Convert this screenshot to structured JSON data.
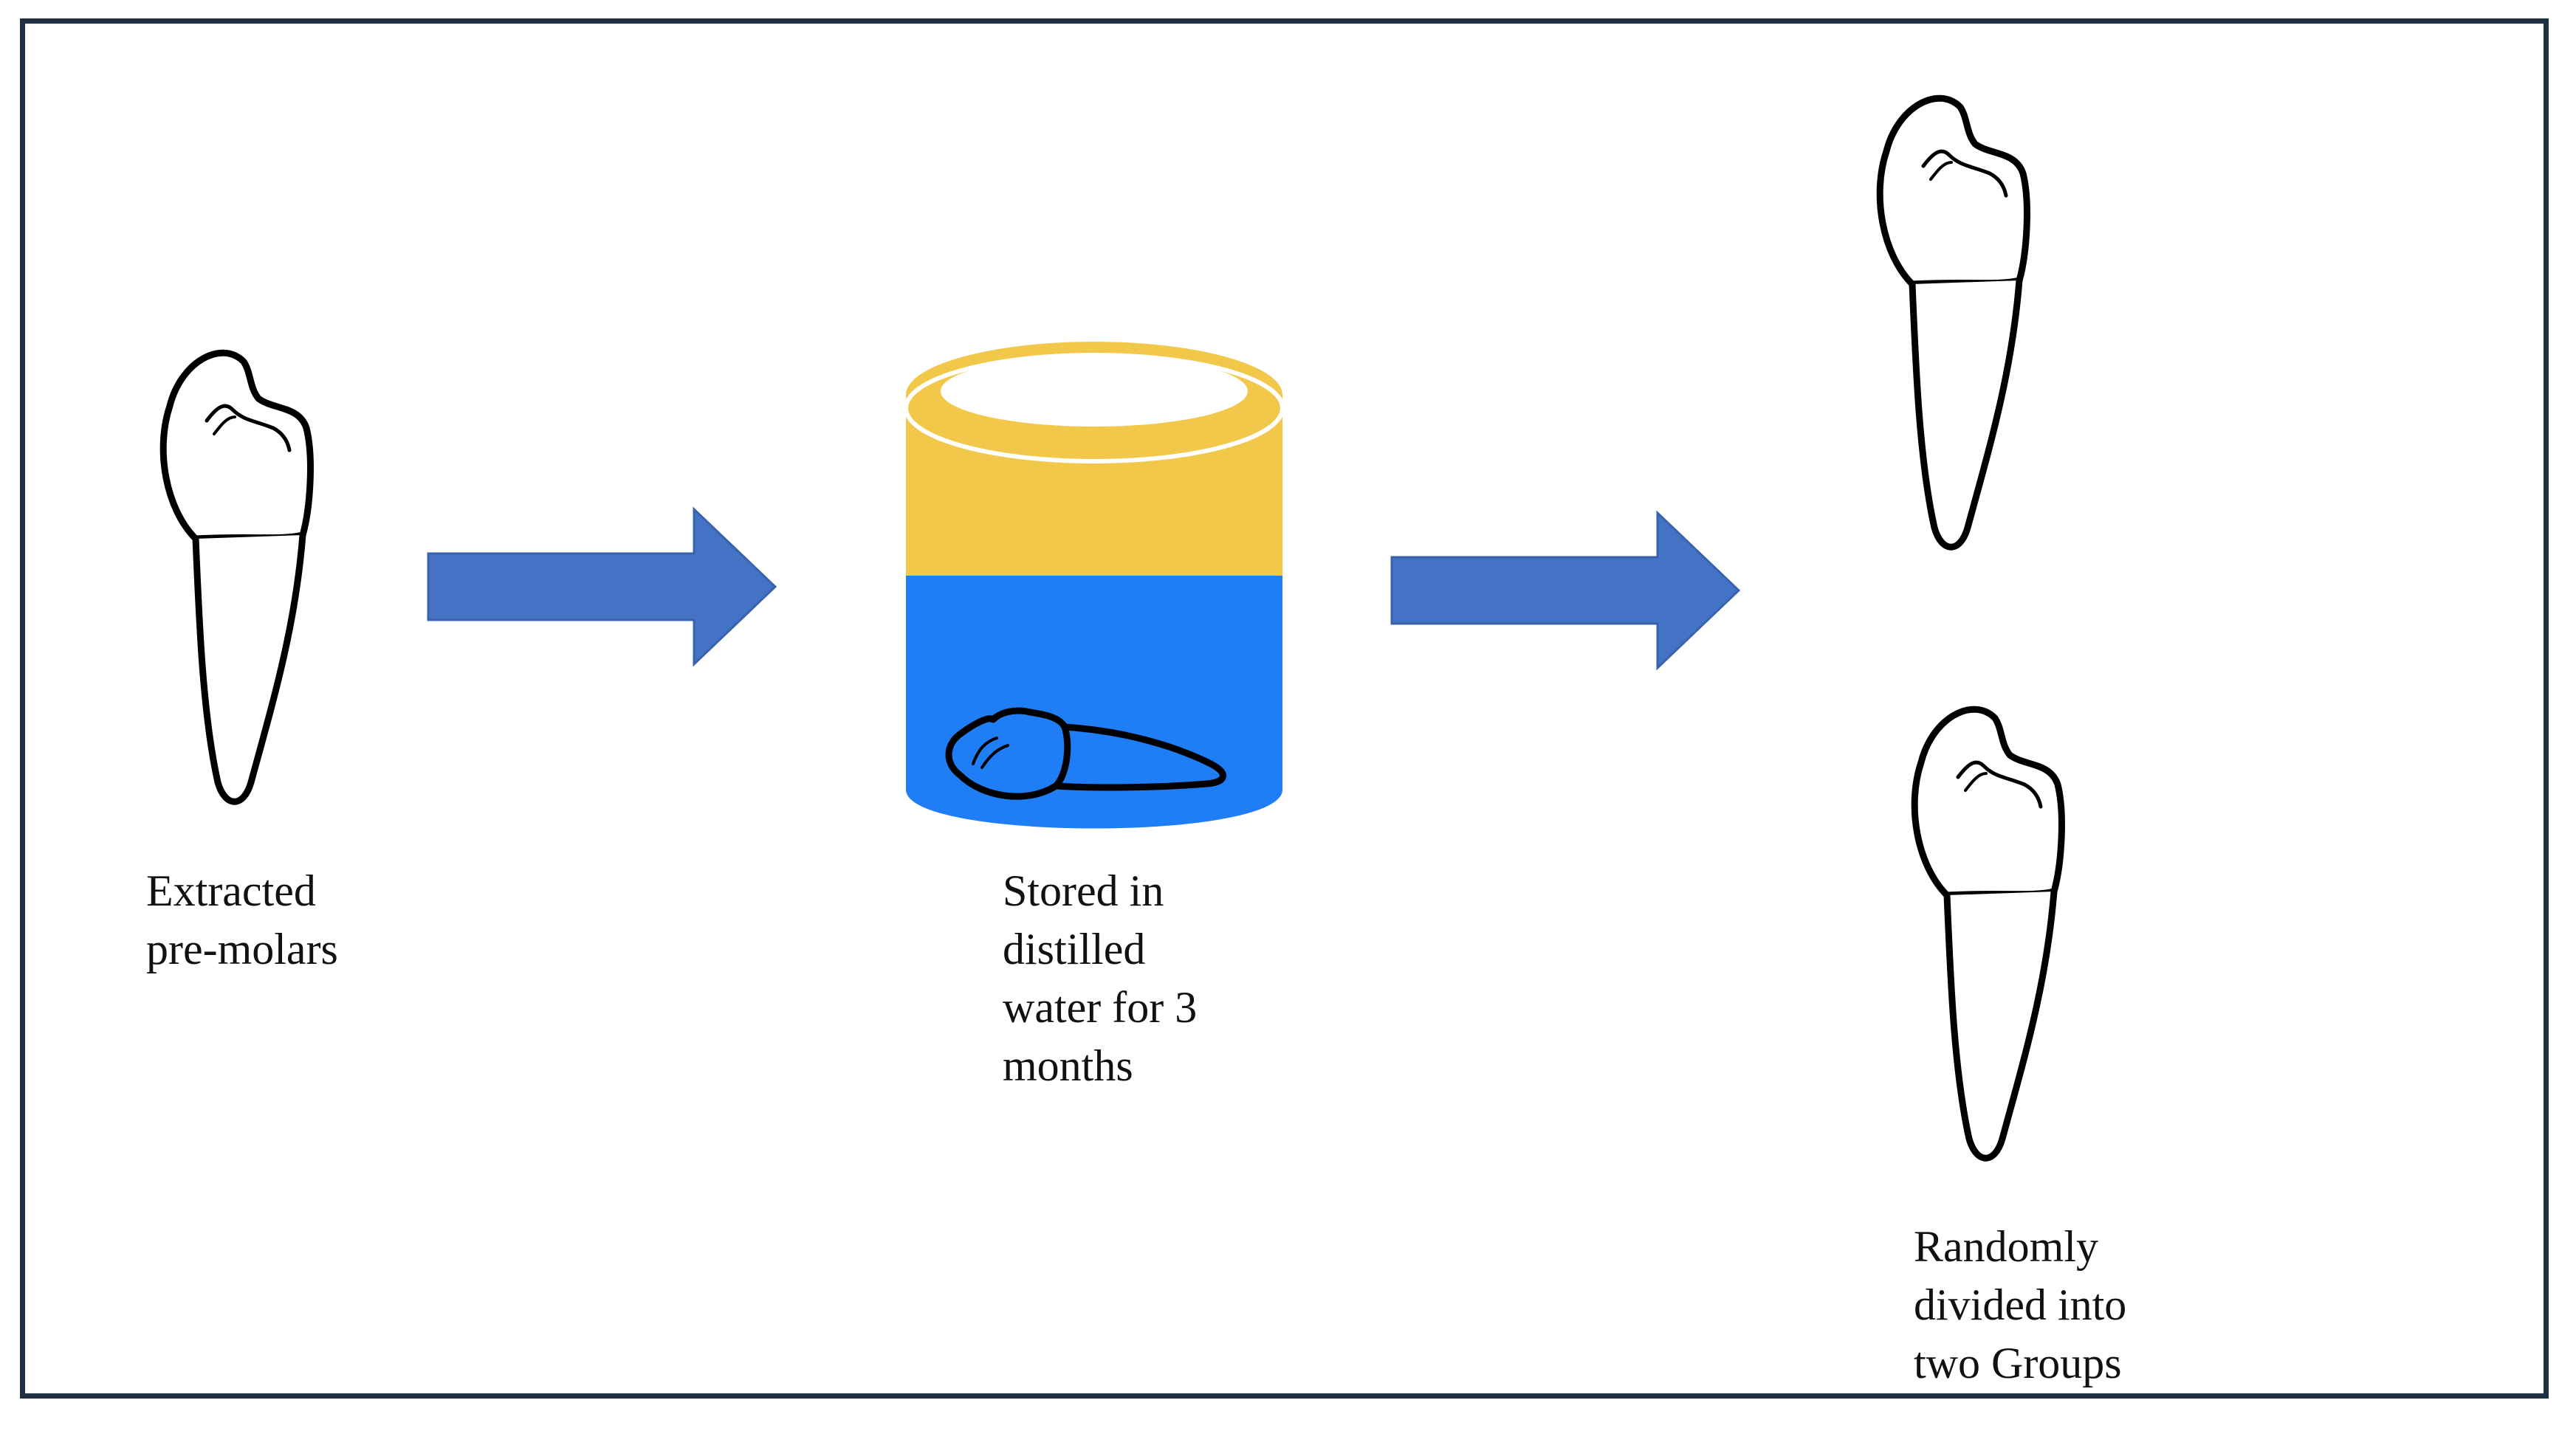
{
  "steps": [
    {
      "label_lines": [
        "Extracted",
        "pre-molars"
      ]
    },
    {
      "label_lines": [
        "Stored in",
        "distilled",
        "water for 3",
        "months"
      ]
    },
    {
      "label_lines": [
        "Randomly",
        "divided into",
        "two Groups"
      ]
    }
  ],
  "colors": {
    "arrow": "#4472c4",
    "jar_lid": "#f2c84b",
    "jar_water": "#1f7df5",
    "frame": "#1f2f44",
    "outline": "#000000"
  },
  "icons": [
    "tooth-icon",
    "arrow-icon",
    "water-jar-icon"
  ]
}
